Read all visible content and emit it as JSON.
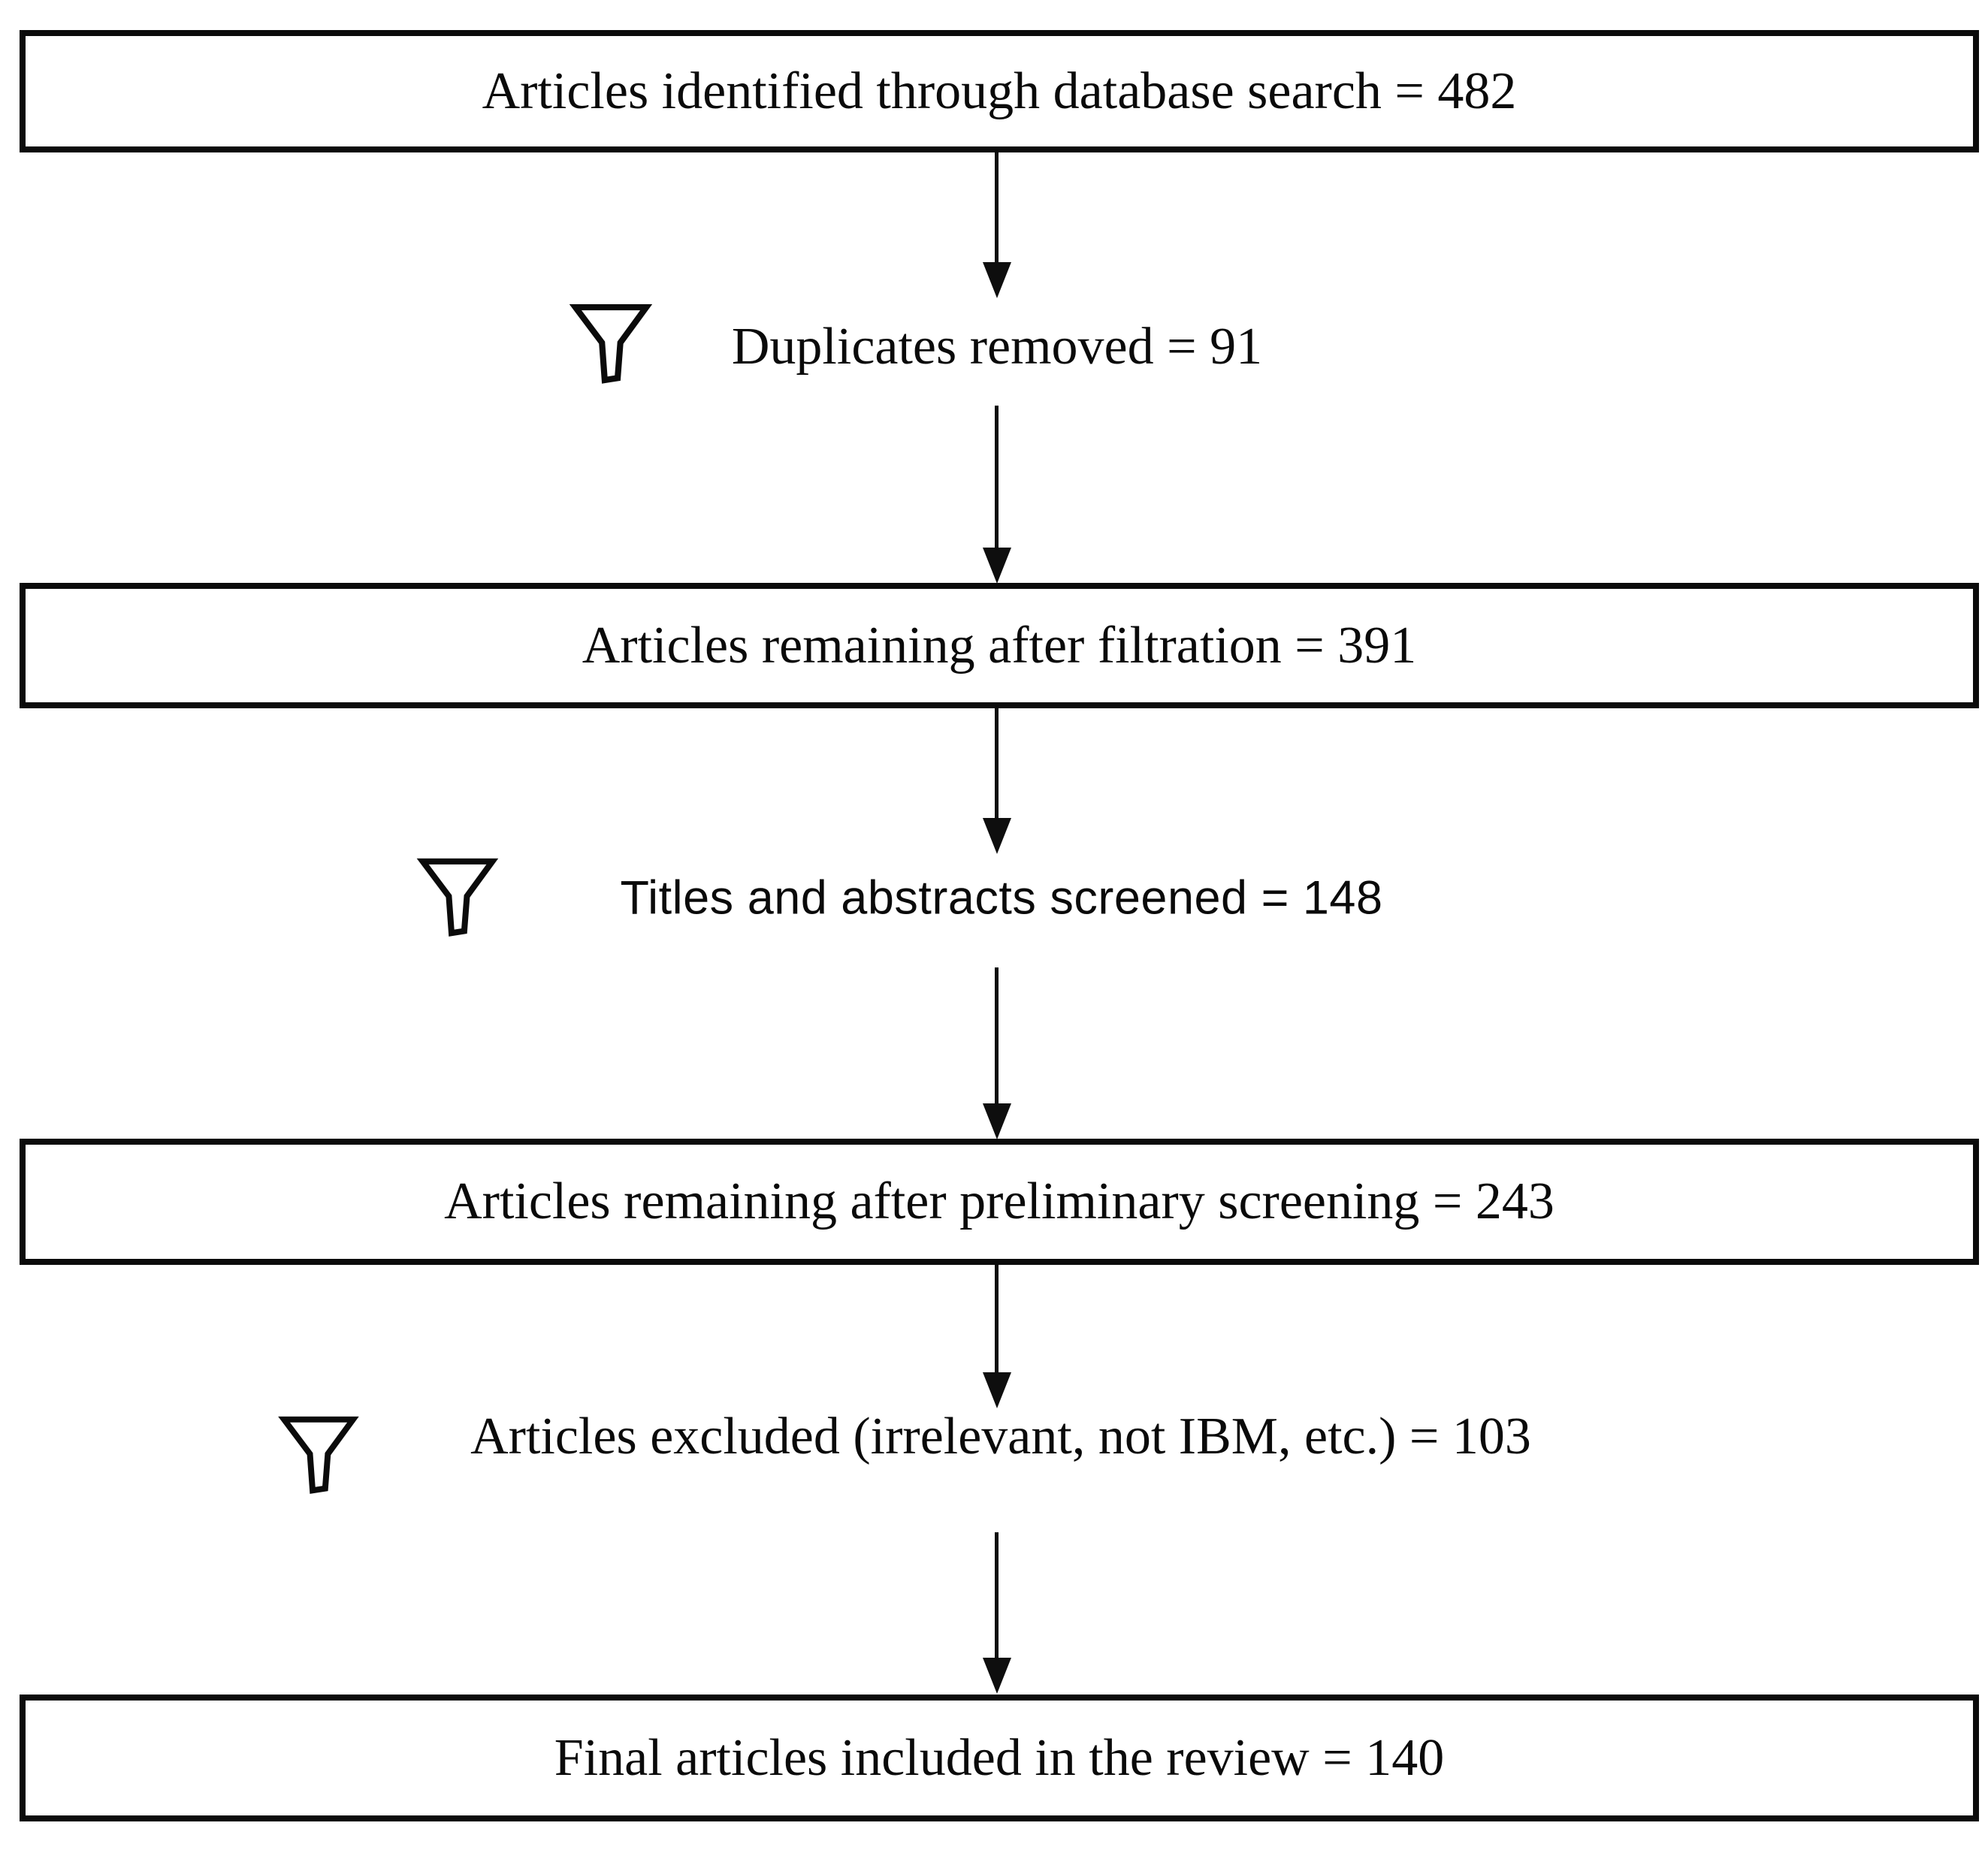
{
  "flow": {
    "steps": [
      {
        "type": "box",
        "label": "Articles identified through database search",
        "value": 482,
        "text": "Articles identified through database search = 482"
      },
      {
        "type": "filter",
        "label": "Duplicates removed",
        "value": 91,
        "text": "Duplicates removed = 91",
        "icon": "funnel-icon"
      },
      {
        "type": "box",
        "label": "Articles remaining after filtration",
        "value": 391,
        "text": "Articles remaining after filtration = 391"
      },
      {
        "type": "filter",
        "label": "Titles and abstracts screened",
        "value": 148,
        "text": "Titles and abstracts screened = 148",
        "icon": "funnel-icon"
      },
      {
        "type": "box",
        "label": "Articles remaining after preliminary screening",
        "value": 243,
        "text": "Articles remaining after preliminary screening = 243"
      },
      {
        "type": "filter",
        "label": "Articles excluded (irrelevant, not IBM, etc.)",
        "value": 103,
        "text": "Articles excluded (irrelevant, not IBM, etc.) = 103",
        "icon": "funnel-icon"
      },
      {
        "type": "box",
        "label": "Final articles included in the review",
        "value": 140,
        "text": "Final articles included in the review = 140"
      }
    ],
    "colors": {
      "line": "#0b0b0b",
      "text": "#0a0a0a",
      "background": "#ffffff"
    }
  }
}
